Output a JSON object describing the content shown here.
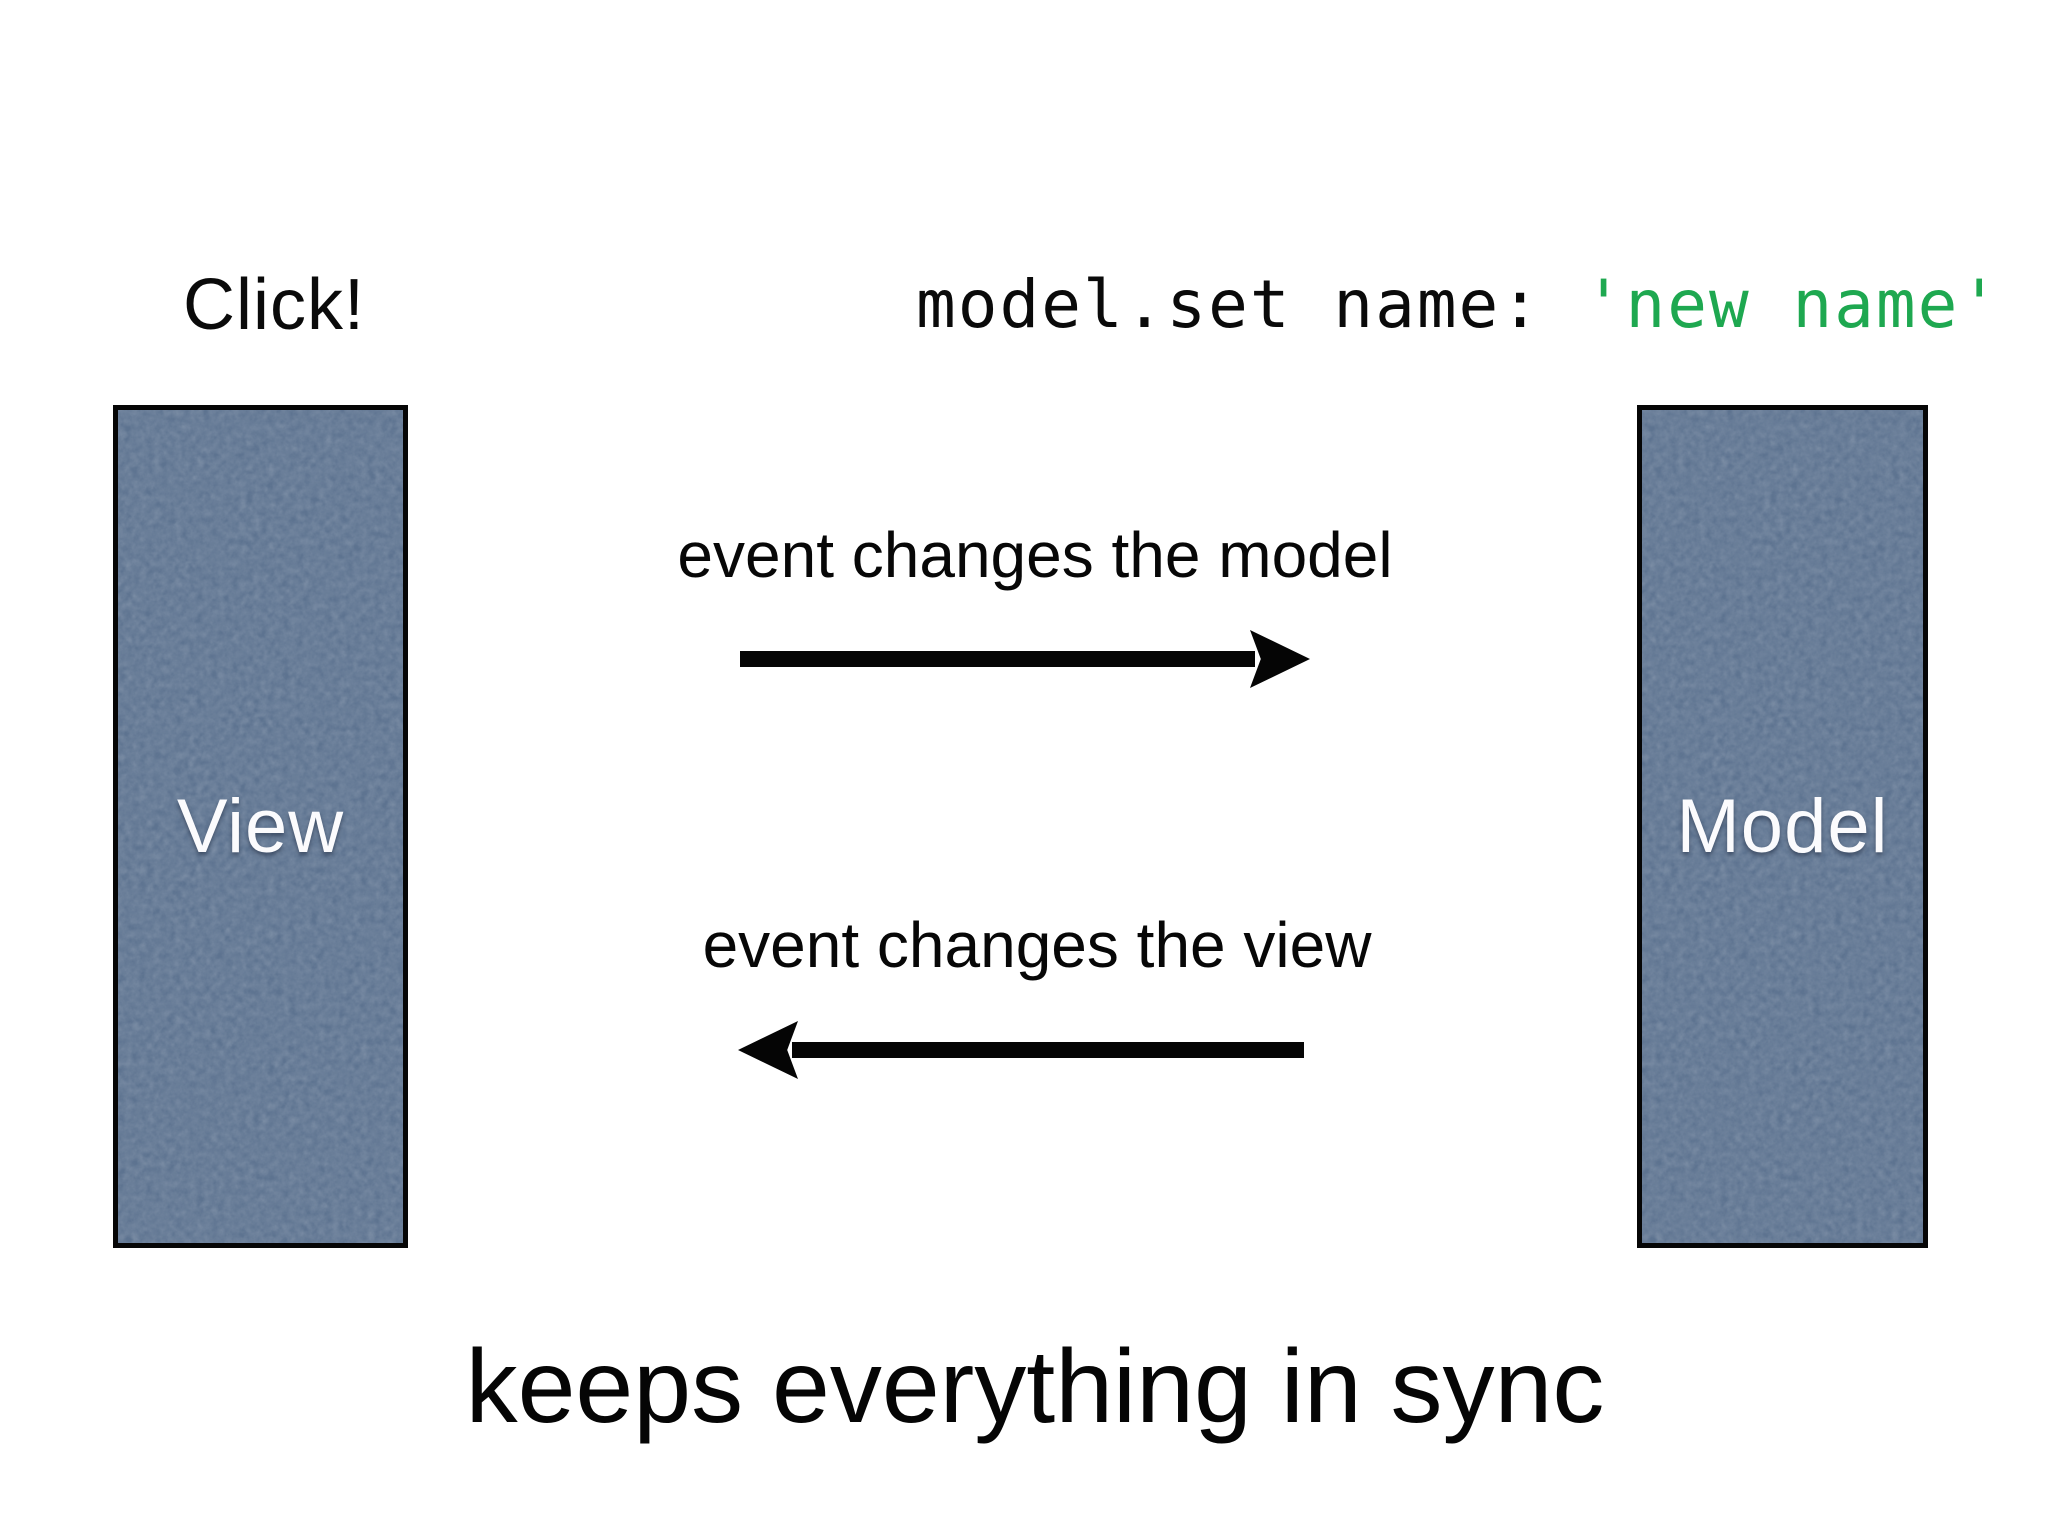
{
  "slide": {
    "click_label": "Click!",
    "code": {
      "black_part": "model.set name: ",
      "green_part": "'new name'",
      "green_color": "#1ea850",
      "black_color": "#0a0a0a"
    },
    "panels": {
      "view_label": "View",
      "model_label": "Model",
      "fill_color": "#5d7390",
      "border_color": "#060606",
      "label_color": "#fbfbfd"
    },
    "arrows": {
      "top_label": "event changes the model",
      "top_direction": "right",
      "bottom_label": "event changes the view",
      "bottom_direction": "left",
      "color": "#050505"
    },
    "footer": "keeps everything in sync"
  }
}
